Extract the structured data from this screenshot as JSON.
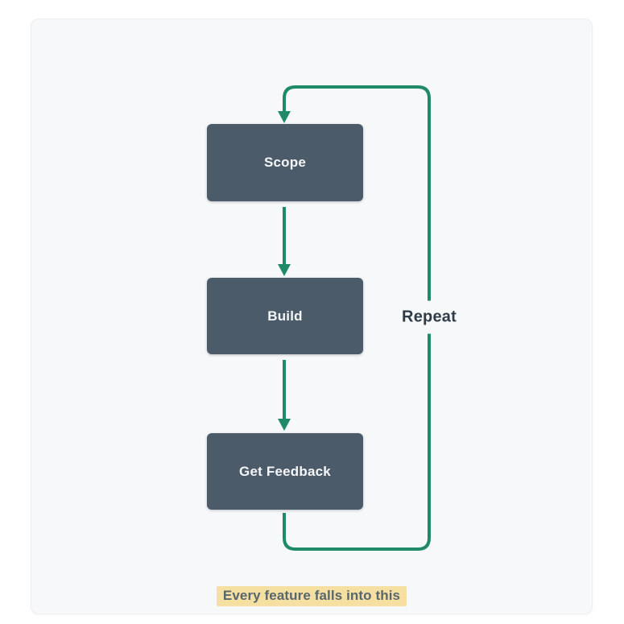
{
  "diagram": {
    "nodes": [
      {
        "id": "scope",
        "label": "Scope"
      },
      {
        "id": "build",
        "label": "Build"
      },
      {
        "id": "get-feedback",
        "label": "Get Feedback"
      }
    ],
    "edges": [
      {
        "from": "scope",
        "to": "build"
      },
      {
        "from": "build",
        "to": "get-feedback"
      },
      {
        "from": "get-feedback",
        "to": "scope",
        "label": "Repeat"
      }
    ],
    "loop_label": "Repeat",
    "caption": "Every feature falls into this",
    "colors": {
      "page_bg": "#ffffff",
      "card_bg": "#f7f8fa",
      "card_border": "#eceef2",
      "node_fill": "#4b5b6a",
      "node_text": "#f5f6f7",
      "arrow": "#1f8a68",
      "loop_label_text": "#2e3b48",
      "caption_bg": "#f5dfa1",
      "caption_text": "#57666f"
    }
  }
}
